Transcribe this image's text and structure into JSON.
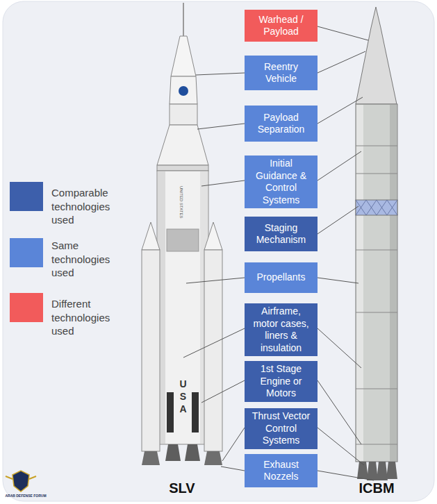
{
  "diagram": {
    "nodes": [
      {
        "text": [
          "Warhead / Payload"
        ]
      },
      {
        "text": [
          "Reentry Vehicle"
        ]
      },
      {
        "text": [
          "Payload Separation"
        ]
      },
      {
        "text": [
          "Initial Guidance & Control Systems"
        ]
      },
      {
        "text": [
          "Staging Mechanism"
        ]
      },
      {
        "text": [
          "Propellants"
        ]
      },
      {
        "text": [
          "Airframe, motor cases, liners & insulation"
        ]
      },
      {
        "text": [
          "1st Stage Engine or Motors"
        ]
      },
      {
        "text": [
          "Thrust Vector Control Systems"
        ]
      },
      {
        "text": [
          "Exhaust Nozzels"
        ]
      }
    ],
    "labels": [
      "SLV",
      "ICBM",
      "USA",
      "UNITED STATES",
      "ARAB DEFENSE FORUM"
    ],
    "legend": [
      {
        "text": "Comparable technologies used",
        "color": "#3d5fab"
      },
      {
        "text": "Same technologies used",
        "color": "#5a85d8"
      },
      {
        "text": "Different technologies used",
        "color": "#f25b5b"
      }
    ]
  }
}
